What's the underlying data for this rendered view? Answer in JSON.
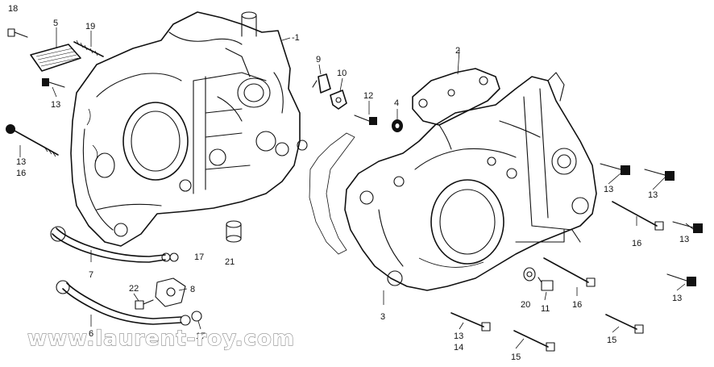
{
  "diagram": {
    "labels": {
      "p1": "-1",
      "p2": "2",
      "p3": "3",
      "p4": "4",
      "p5": "5",
      "p6": "6",
      "p7": "7",
      "p8": "8",
      "p9": "9",
      "p10": "10",
      "p11": "11",
      "p12": "12",
      "p13a": "13",
      "p13b": "13",
      "p16a": "16",
      "p17a": "17",
      "p17b": "17",
      "p18": "18",
      "p19": "19",
      "p20": "20",
      "p21": "21",
      "p22": "22",
      "r13a": "13",
      "r13b": "13",
      "r13c": "13",
      "r13d": "13",
      "r16b": "16",
      "r16c": "16",
      "r13e": "13",
      "r14": "14",
      "r15a": "15",
      "r15b": "15"
    }
  },
  "watermark": "www.laurent-roy.com"
}
